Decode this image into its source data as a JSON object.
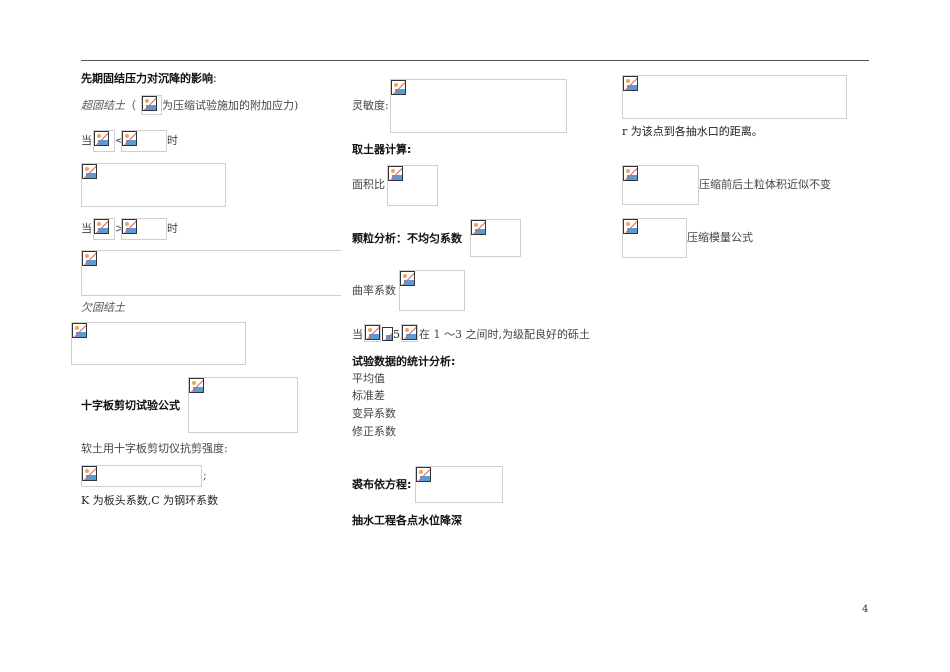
{
  "page": {
    "page_number": "4",
    "icon": "broken-image-icon"
  },
  "col1": {
    "heading": "先期固结压力对沉降的影响",
    "heading_colon": ":",
    "over_consolidated": "超固结土",
    "paren_open": "（",
    "note": "为压缩试验施加的附加应力)",
    "when_lt_prefix": "当",
    "lt_sign": "<",
    "when_suffix": "时",
    "when_gt_prefix": "当",
    "gt_sign": ">",
    "under_consolidated": "欠固结土",
    "vane_shear_heading": "十字板剪切试验公式",
    "soft_soil_text": "软土用十字板剪切仪抗剪强度:",
    "semicolon": ";",
    "k_c_note": "K 为板头系数,C 为钢环系数"
  },
  "col2": {
    "sensitivity": "灵敏度:",
    "sampler_heading": "取土器计算:",
    "area_ratio": "面积比",
    "grain_heading": "颗粒分析：不均匀系数",
    "curvature": "曲率系数",
    "when_prefix": "当",
    "five_comma": "5,",
    "well_graded": "在 1 ～3 之间时,为级配良好的砾土",
    "stats_heading": "试验数据的统计分析:",
    "stats_items": [
      "平均值",
      "标准差",
      "变异系数",
      "修正系数"
    ],
    "dupuit_heading": "裘布依方程:",
    "drawdown_heading": "抽水工程各点水位降深"
  },
  "col3": {
    "r_note": "r 为该点到各抽水口的距离。",
    "volume_note": "压缩前后土粒体积近似不变",
    "modulus_note": "压缩模量公式"
  }
}
